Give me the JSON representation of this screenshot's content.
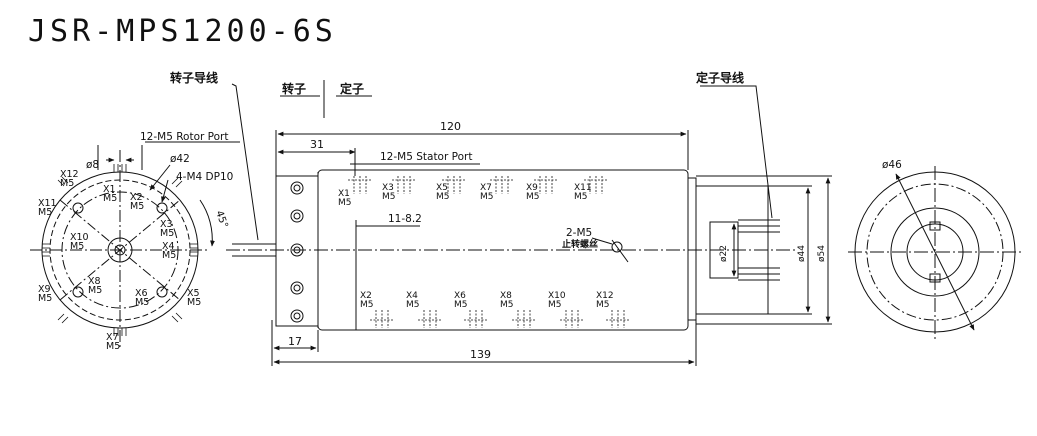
{
  "title": "JSR-MPS1200-6S",
  "labels": {
    "rotor_lead": "转子导线",
    "rotor": "转子",
    "stator": "定子",
    "stator_lead": "定子导线",
    "rotor_port": "12-M5 Rotor Port",
    "stator_port": "12-M5 Stator Port",
    "m4": "4-M4 DP10",
    "phi8": "ø8",
    "phi42": "ø42",
    "phi46": "ø46",
    "phi22": "ø22",
    "phi44": "ø44",
    "phi54": "ø54",
    "angle": "45°",
    "dim_120": "120",
    "dim_31": "31",
    "dim_17": "17",
    "dim_139": "139",
    "dim_11": "11-8.2",
    "set_screw": "2-M5",
    "set_screw_cn": "止转螺丝"
  },
  "end_view_ports": [
    "X1",
    "X2",
    "X3",
    "X4",
    "X5",
    "X6",
    "X7",
    "X8",
    "X9",
    "X10",
    "X11",
    "X12"
  ],
  "thread": "M5",
  "side_top_ports": [
    "X1",
    "X3",
    "X5",
    "X7",
    "X9",
    "X11"
  ],
  "side_bottom_ports": [
    "X2",
    "X4",
    "X6",
    "X8",
    "X10",
    "X12"
  ]
}
